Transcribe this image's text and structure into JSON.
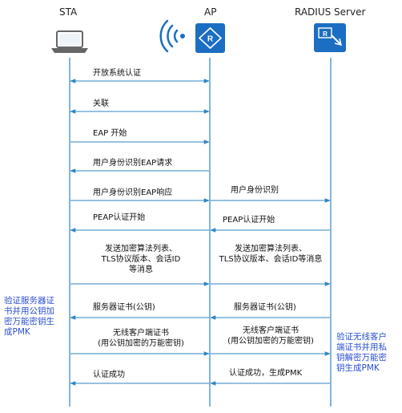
{
  "entities": {
    "sta": "STA",
    "ap": "AP",
    "radius": "RADIUS Server"
  },
  "messages": {
    "m1": "开放系统认证",
    "m2": "关联",
    "m3": "EAP 开始",
    "m4": "用户身份识别EAP请求",
    "m5": "用户身份识别EAP响应",
    "m6": "用户身份识别",
    "m7": "PEAP认证开始",
    "m8": "PEAP认证开始",
    "m9": [
      "发送加密算法列表、",
      "TLS协议版本、会话ID",
      "等消息"
    ],
    "m10": [
      "发送加密算法列表、",
      "TLS协议版本、会话ID等消息"
    ],
    "m11": "服务器证书(公钥)",
    "m12": "服务器证书(公钥)",
    "m13": [
      "无线客户端证书",
      "(用公钥加密的万能密钥)"
    ],
    "m14": [
      "无线客户端证书",
      "(用公钥加密的万能密钥)"
    ],
    "m15": "认证成功",
    "m16": "认证成功，生成PMK"
  },
  "notes": {
    "left": [
      "验证服务器证",
      "书并用公钥加",
      "密万能密钥生",
      "成PMK"
    ],
    "right": [
      "验证无线客户",
      "端证书并用私",
      "钥解密万能密",
      "钥生成PMK"
    ]
  },
  "colors": {
    "line": "#2e86c1",
    "icon_blue": "#1b6ec2",
    "note": "#2a4fd0"
  },
  "icons": {
    "sta": "laptop-icon",
    "wifi": "wifi-signal-icon",
    "ap": "access-point-icon",
    "radius": "server-icon"
  }
}
